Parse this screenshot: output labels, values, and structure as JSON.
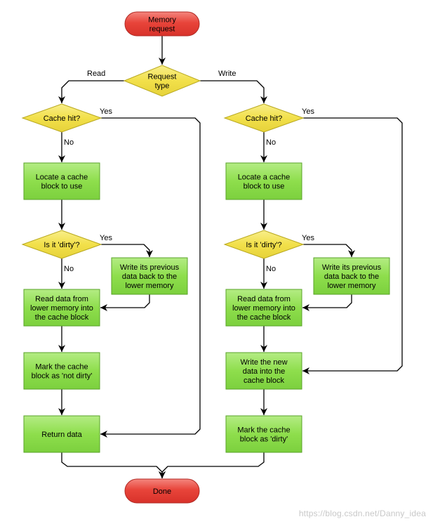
{
  "diagram": {
    "type": "flowchart",
    "colors": {
      "terminal_fill": "#e8443a",
      "terminal_stroke": "#b02a24",
      "decision_fill": "#f2e04a",
      "decision_stroke": "#b8a81e",
      "process_fill": "#8ede4c",
      "process_stroke": "#5aa329",
      "line": "#000000"
    },
    "nodes": {
      "start": {
        "shape": "terminal",
        "lines": [
          "Memory",
          "request"
        ]
      },
      "request_type": {
        "shape": "decision",
        "lines": [
          "Request",
          "type"
        ]
      },
      "read_cache_hit": {
        "shape": "decision",
        "lines": [
          "Cache hit?"
        ]
      },
      "read_locate": {
        "shape": "process",
        "lines": [
          "Locate a cache",
          "block to use"
        ]
      },
      "read_dirty": {
        "shape": "decision",
        "lines": [
          "Is it 'dirty'?"
        ]
      },
      "read_writeback": {
        "shape": "process",
        "lines": [
          "Write its previous",
          "data back to the",
          "lower memory"
        ]
      },
      "read_data": {
        "shape": "process",
        "lines": [
          "Read data from",
          "lower memory into",
          "the cache block"
        ]
      },
      "mark_not_dirty": {
        "shape": "process",
        "lines": [
          "Mark the cache",
          "block as 'not dirty'"
        ]
      },
      "return_data": {
        "shape": "process",
        "lines": [
          "Return data"
        ]
      },
      "write_cache_hit": {
        "shape": "decision",
        "lines": [
          "Cache hit?"
        ]
      },
      "write_locate": {
        "shape": "process",
        "lines": [
          "Locate a cache",
          "block to use"
        ]
      },
      "write_dirty": {
        "shape": "decision",
        "lines": [
          "Is it 'dirty'?"
        ]
      },
      "write_writeback": {
        "shape": "process",
        "lines": [
          "Write its previous",
          "data back to the",
          "lower memory"
        ]
      },
      "write_read_data": {
        "shape": "process",
        "lines": [
          "Read data from",
          "lower memory into",
          "the cache block"
        ]
      },
      "write_new_data": {
        "shape": "process",
        "lines": [
          "Write the new",
          "data into the",
          "cache block"
        ]
      },
      "mark_dirty": {
        "shape": "process",
        "lines": [
          "Mark the cache",
          "block as 'dirty'"
        ]
      },
      "done": {
        "shape": "terminal",
        "lines": [
          "Done"
        ]
      }
    },
    "edges": [
      {
        "id": "start-type",
        "from": "start",
        "to": "request_type"
      },
      {
        "id": "type-read",
        "from": "request_type",
        "to": "read_cache_hit",
        "label": "Read"
      },
      {
        "id": "type-write",
        "from": "request_type",
        "to": "write_cache_hit",
        "label": "Write"
      },
      {
        "id": "rhit-yes",
        "from": "read_cache_hit",
        "to": "return_data",
        "label": "Yes"
      },
      {
        "id": "rhit-no",
        "from": "read_cache_hit",
        "to": "read_locate",
        "label": "No"
      },
      {
        "id": "rlocate-dirty",
        "from": "read_locate",
        "to": "read_dirty"
      },
      {
        "id": "rdirty-yes",
        "from": "read_dirty",
        "to": "read_writeback",
        "label": "Yes"
      },
      {
        "id": "rdirty-no",
        "from": "read_dirty",
        "to": "read_data",
        "label": "No"
      },
      {
        "id": "rwb-read",
        "from": "read_writeback",
        "to": "read_data"
      },
      {
        "id": "rread-mark",
        "from": "read_data",
        "to": "mark_not_dirty"
      },
      {
        "id": "rmark-return",
        "from": "mark_not_dirty",
        "to": "return_data"
      },
      {
        "id": "return-done",
        "from": "return_data",
        "to": "done"
      },
      {
        "id": "whit-yes",
        "from": "write_cache_hit",
        "to": "write_new_data",
        "label": "Yes"
      },
      {
        "id": "whit-no",
        "from": "write_cache_hit",
        "to": "write_locate",
        "label": "No"
      },
      {
        "id": "wlocate-dirty",
        "from": "write_locate",
        "to": "write_dirty"
      },
      {
        "id": "wdirty-yes",
        "from": "write_dirty",
        "to": "write_writeback",
        "label": "Yes"
      },
      {
        "id": "wdirty-no",
        "from": "write_dirty",
        "to": "write_read_data",
        "label": "No"
      },
      {
        "id": "wwb-read",
        "from": "write_writeback",
        "to": "write_read_data"
      },
      {
        "id": "wread-new",
        "from": "write_read_data",
        "to": "write_new_data"
      },
      {
        "id": "wnew-mark",
        "from": "write_new_data",
        "to": "mark_dirty"
      },
      {
        "id": "wmark-done",
        "from": "mark_dirty",
        "to": "done"
      }
    ]
  },
  "watermark": "https://blog.csdn.net/Danny_idea"
}
